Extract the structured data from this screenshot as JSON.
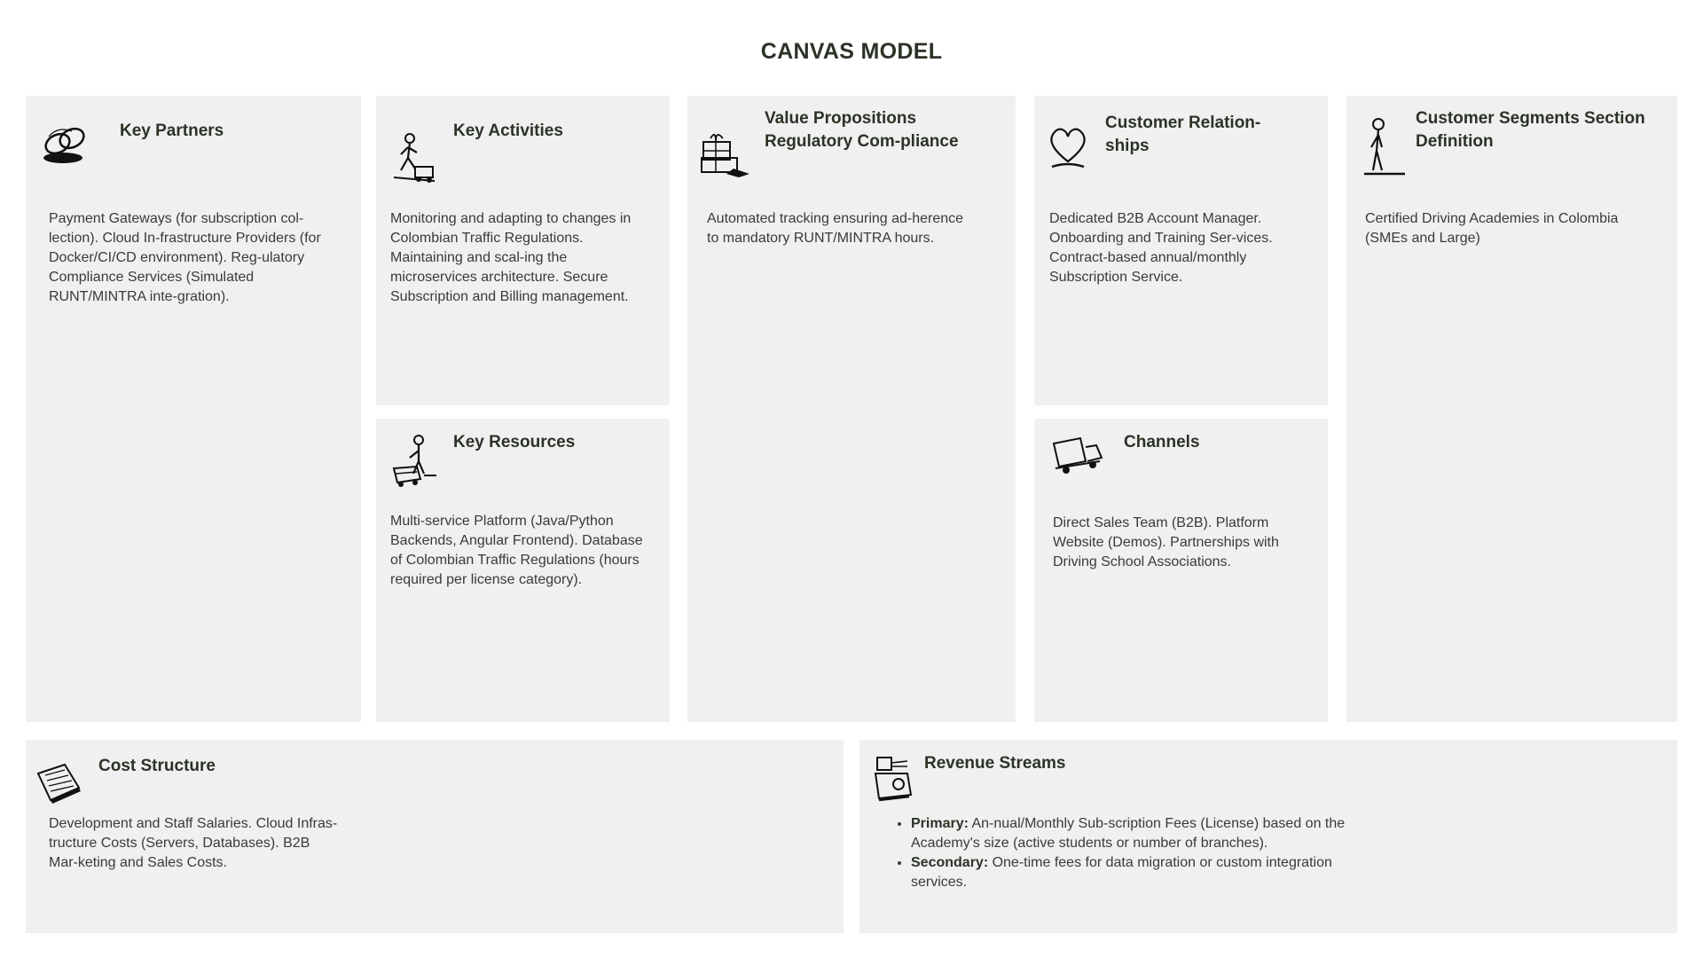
{
  "title": "CANVAS MODEL",
  "blocks": {
    "key_partners": {
      "title": "Key Partners",
      "icon": "chain-links-icon",
      "text": "Payment Gateways (for subscription col-lection). Cloud In-frastructure Providers (for Docker/CI/CD environment). Reg-ulatory Compliance Services (Simulated RUNT/MINTRA inte-gration)."
    },
    "key_activities": {
      "title": "Key Activities",
      "icon": "worker-icon",
      "text": "Monitoring and adapting to changes in Colombian Traffic Regulations. Maintaining and scal-ing the microservices architecture. Secure Subscription and Billing management."
    },
    "key_resources": {
      "title": "Key Resources",
      "icon": "worker-with-cart-icon",
      "text": "Multi-service Platform (Java/Python Backends, Angular Frontend). Database of Colombian Traffic Regulations (hours required per license category)."
    },
    "value_propositions": {
      "title_line1": "Value Propositions",
      "title_line2": "Regulatory Com-pliance",
      "icon": "gift-boxes-icon",
      "text": "Automated tracking ensuring ad-herence to mandatory RUNT/MINTRA hours."
    },
    "customer_relationships": {
      "title_line1": "Customer Relation-",
      "title_line2": "ships",
      "icon": "heart-icon",
      "text": "Dedicated B2B Account Manager. Onboarding and Training Ser-vices. Contract-based annual/monthly Subscription Service."
    },
    "channels": {
      "title": "Channels",
      "icon": "truck-icon",
      "text": "Direct Sales Team (B2B). Platform Website (Demos). Partnerships with Driving School Associations."
    },
    "customer_segments": {
      "title_line1": "Customer Segments Section",
      "title_line2": "Definition",
      "icon": "person-icon",
      "text": "Certified Driving Academies in Colombia (SMEs and Large)"
    },
    "cost_structure": {
      "title": "Cost Structure",
      "icon": "document-icon",
      "text": "Development and Staff Salaries. Cloud Infras-tructure Costs (Servers, Databases). B2B Mar-keting and Sales Costs."
    },
    "revenue_streams": {
      "title": "Revenue Streams",
      "icon": "cash-register-icon",
      "items": [
        {
          "label": "Primary:",
          "text": " An-nual/Monthly Sub-scription Fees (License) based on the Academy's size (active students or number of branches)."
        },
        {
          "label": "Secondary:",
          "text": " One-time fees for data migration or custom integration services."
        }
      ]
    }
  }
}
